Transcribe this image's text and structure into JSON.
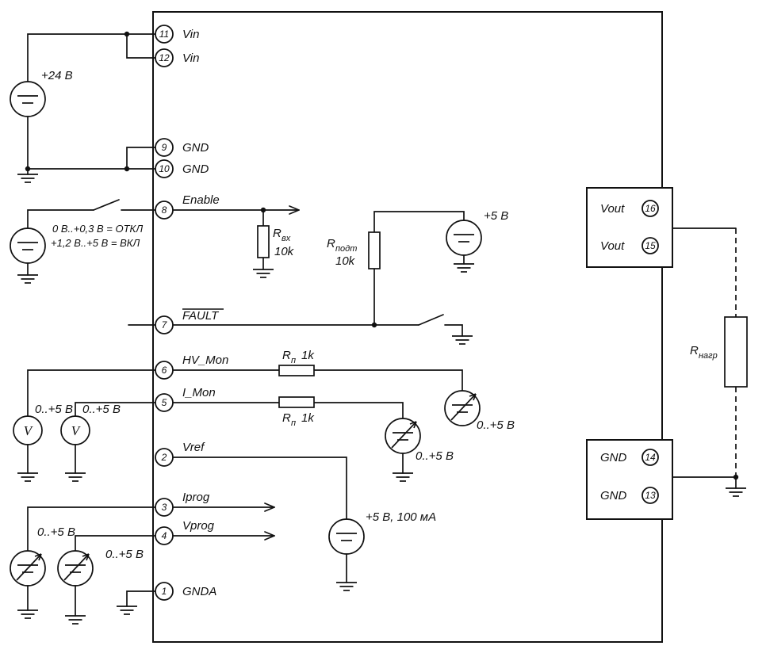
{
  "module": {
    "pins_left": [
      {
        "num": "11",
        "label": "Vin"
      },
      {
        "num": "12",
        "label": "Vin"
      },
      {
        "num": "9",
        "label": "GND"
      },
      {
        "num": "10",
        "label": "GND"
      },
      {
        "num": "8",
        "label": "Enable"
      },
      {
        "num": "7",
        "label": "FAULT"
      },
      {
        "num": "6",
        "label": "HV_Mon"
      },
      {
        "num": "5",
        "label": "I_Mon"
      },
      {
        "num": "2",
        "label": "Vref"
      },
      {
        "num": "3",
        "label": "Iprog"
      },
      {
        "num": "4",
        "label": "Vprog"
      },
      {
        "num": "1",
        "label": "GNDA"
      }
    ],
    "pins_right": [
      {
        "num": "16",
        "label": "Vout"
      },
      {
        "num": "15",
        "label": "Vout"
      },
      {
        "num": "14",
        "label": "GND"
      },
      {
        "num": "13",
        "label": "GND"
      }
    ]
  },
  "sources": {
    "v24": {
      "label": "+24 В"
    },
    "enable": {
      "cond1": "0 В..+0,3 В = ОТКЛ",
      "cond2": "+1,2 В..+5 В = ВКЛ"
    },
    "v5_pullup": {
      "label": "+5 В"
    },
    "v5_ref": {
      "label": "+5 В, 100 мА"
    },
    "hv_set": {
      "label": "0..+5 В"
    },
    "i_set": {
      "label": "0..+5 В"
    },
    "iprog_set": {
      "label": "0..+5 В"
    },
    "vprog_set": {
      "label": "0..+5 В"
    }
  },
  "meters": {
    "hv_mon": {
      "label": "0..+5 В",
      "symbol": "V"
    },
    "i_mon": {
      "label": "0..+5 В",
      "symbol": "V"
    }
  },
  "resistors": {
    "r_in": {
      "name": "R",
      "sub": "вх",
      "value": "10k"
    },
    "r_pull": {
      "name": "R",
      "sub": "подт",
      "value": "10k"
    },
    "r_hv": {
      "name": "R",
      "sub": "п",
      "value": "1k"
    },
    "r_i": {
      "name": "R",
      "sub": "п",
      "value": "1k"
    },
    "r_load": {
      "name": "R",
      "sub": "нагр"
    }
  },
  "colors": {
    "ink": "#111111",
    "background": "#ffffff"
  }
}
